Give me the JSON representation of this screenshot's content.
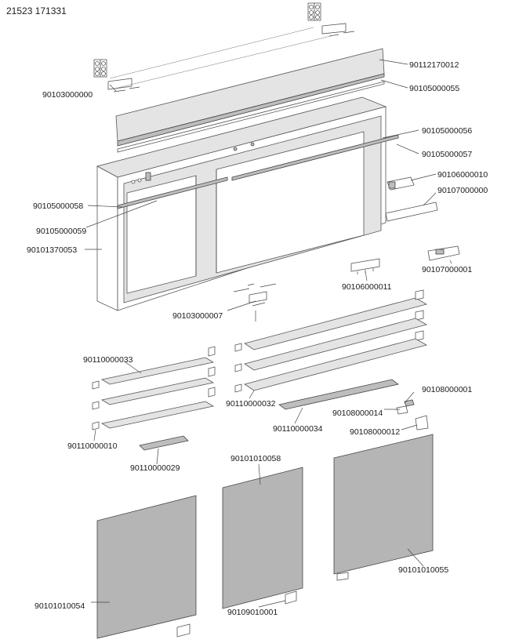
{
  "header": {
    "drawing_number": "21523 171331"
  },
  "parts": [
    {
      "id": "p-90112170012",
      "number": "90112170012"
    },
    {
      "id": "p-90105000055",
      "number": "90105000055"
    },
    {
      "id": "p-90103000000",
      "number": "90103000000"
    },
    {
      "id": "p-90105000056",
      "number": "90105000056"
    },
    {
      "id": "p-90105000057",
      "number": "90105000057"
    },
    {
      "id": "p-90106000010",
      "number": "90106000010"
    },
    {
      "id": "p-90107000000",
      "number": "90107000000"
    },
    {
      "id": "p-90105000058",
      "number": "90105000058"
    },
    {
      "id": "p-90105000059",
      "number": "90105000059"
    },
    {
      "id": "p-90101370053",
      "number": "90101370053"
    },
    {
      "id": "p-90107000001",
      "number": "90107000001"
    },
    {
      "id": "p-90106000011",
      "number": "90106000011"
    },
    {
      "id": "p-90103000007",
      "number": "90103000007"
    },
    {
      "id": "p-90110000033",
      "number": "90110000033"
    },
    {
      "id": "p-90108000001",
      "number": "90108000001"
    },
    {
      "id": "p-90110000032",
      "number": "90110000032"
    },
    {
      "id": "p-90108000014",
      "number": "90108000014"
    },
    {
      "id": "p-90110000034",
      "number": "90110000034"
    },
    {
      "id": "p-90108000012",
      "number": "90108000012"
    },
    {
      "id": "p-90110000010",
      "number": "90110000010"
    },
    {
      "id": "p-90110000029",
      "number": "90110000029"
    },
    {
      "id": "p-90101010058",
      "number": "90101010058"
    },
    {
      "id": "p-90101010055",
      "number": "90101010055"
    },
    {
      "id": "p-90101010054",
      "number": "90101010054"
    },
    {
      "id": "p-90109010001",
      "number": "90109010001"
    }
  ]
}
